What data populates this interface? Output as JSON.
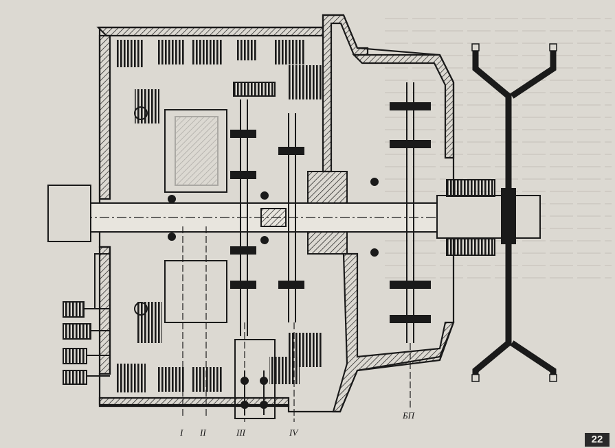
{
  "figure": {
    "section_labels": [
      "I",
      "II",
      "III",
      "IV",
      "БП"
    ],
    "page_number": "22",
    "colors": {
      "paper": "#dcd9d2",
      "ink": "#1a1a1a",
      "badge": "#2a2a2a"
    }
  }
}
